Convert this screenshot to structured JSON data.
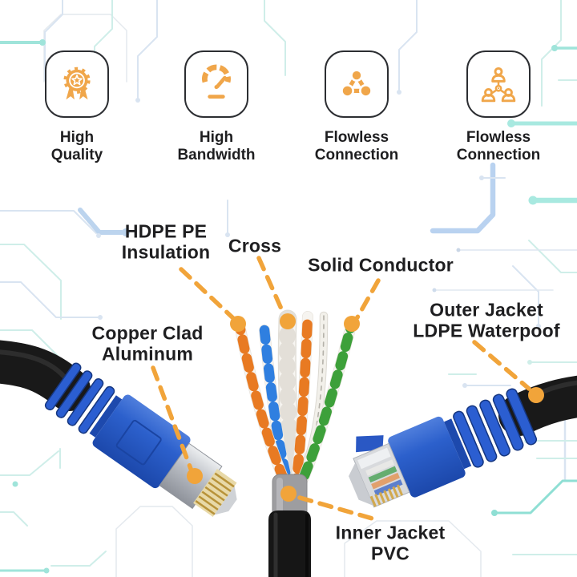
{
  "features": [
    {
      "icon": "medal-icon",
      "line1": "High",
      "line2": "Quality"
    },
    {
      "icon": "speedometer-icon",
      "line1": "High",
      "line2": "Bandwidth"
    },
    {
      "icon": "share-network-icon",
      "line1": "Flowless",
      "line2": "Connection"
    },
    {
      "icon": "people-network-icon",
      "line1": "Flowless",
      "line2": "Connection"
    }
  ],
  "callouts": [
    {
      "id": "hdpe-insulation",
      "line1": "HDPE PE",
      "line2": "Insulation"
    },
    {
      "id": "cross",
      "line1": "Cross",
      "line2": ""
    },
    {
      "id": "solid-conductor",
      "line1": "Solid Conductor",
      "line2": ""
    },
    {
      "id": "outer-jacket",
      "line1": "Outer Jacket",
      "line2": "LDPE Waterpoof"
    },
    {
      "id": "copper-clad-aluminum",
      "line1": "Copper Clad",
      "line2": "Aluminum"
    },
    {
      "id": "inner-jacket-pvc",
      "line1": "Inner Jacket",
      "line2": "PVC"
    }
  ],
  "colors": {
    "accent_orange": "#F0A64A",
    "callout_orange": "#F1A43A",
    "text_dark": "#1E1E20",
    "connector_blue": "#2C60CC",
    "cable_black": "#161616",
    "inner_jacket_gray": "#9D9DA0",
    "wire_orange": "#E87A22",
    "wire_blue": "#2F7FE0",
    "wire_green": "#3DA03A",
    "wire_white": "#F6F4F0",
    "trace_teal": "#CFEEE9",
    "trace_blue": "#D9E4F1"
  }
}
